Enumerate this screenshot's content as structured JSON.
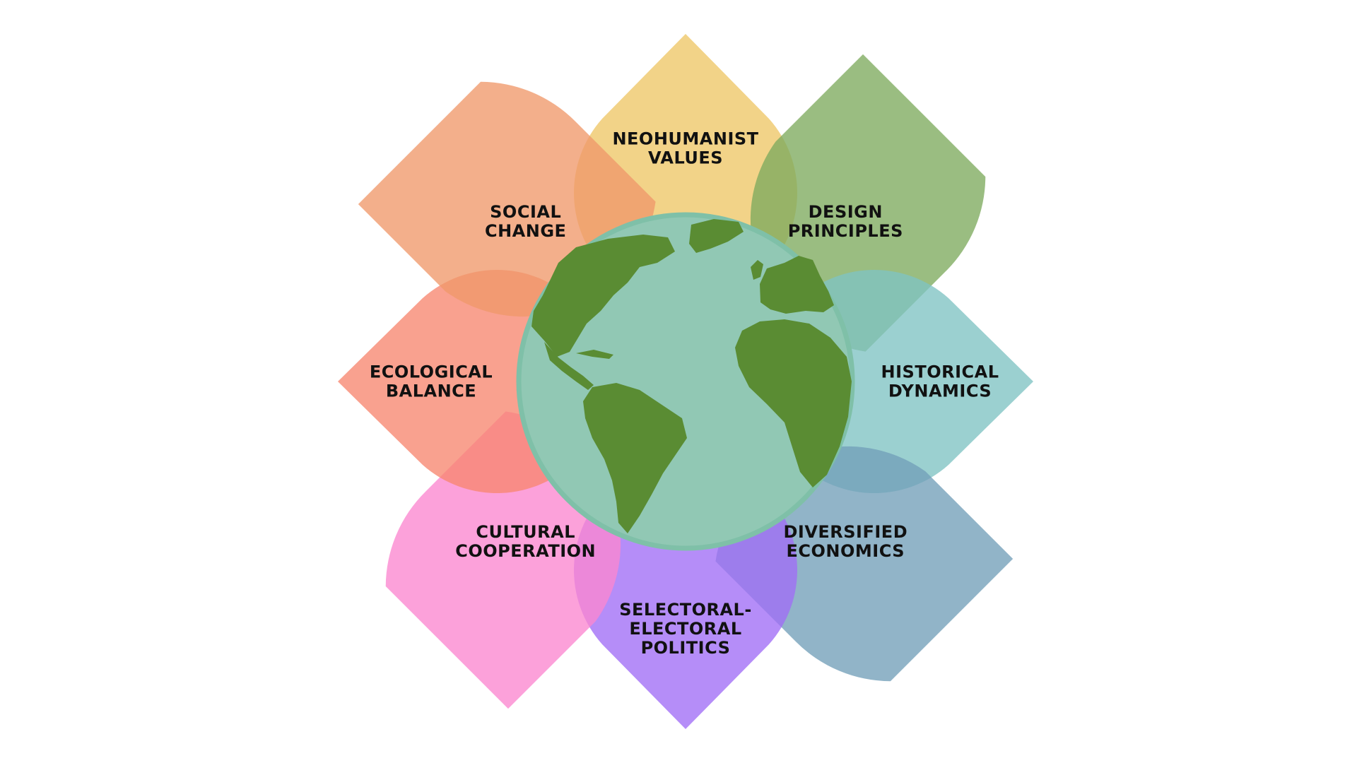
{
  "diagram": {
    "petals": [
      {
        "id": "neohumanist-values",
        "lines": [
          "NEOHUMANIST",
          "VALUES"
        ],
        "color": "#EEC766"
      },
      {
        "id": "design-principles",
        "lines": [
          "DESIGN",
          "PRINCIPLES"
        ],
        "color": "#7DAA5E"
      },
      {
        "id": "historical-dynamics",
        "lines": [
          "HISTORICAL",
          "DYNAMICS"
        ],
        "color": "#7FC3C3"
      },
      {
        "id": "diversified-economics",
        "lines": [
          "DIVERSIFIED",
          "ECONOMICS"
        ],
        "color": "#729FB8"
      },
      {
        "id": "selectoral-electoral-politics",
        "lines": [
          "SELECTORAL-",
          "ELECTORAL",
          "POLITICS"
        ],
        "color": "#A06DF6"
      },
      {
        "id": "cultural-cooperation",
        "lines": [
          "CULTURAL",
          "COOPERATION"
        ],
        "color": "#FB86CF"
      },
      {
        "id": "ecological-balance",
        "lines": [
          "ECOLOGICAL",
          "BALANCE"
        ],
        "color": "#F78770"
      },
      {
        "id": "social-change",
        "lines": [
          "SOCIAL",
          "CHANGE"
        ],
        "color": "#EF996A"
      }
    ],
    "globe": {
      "ocean_color": "#91C8B4",
      "land_color": "#5A8C33",
      "rim_color": "#7FC0A8"
    }
  }
}
